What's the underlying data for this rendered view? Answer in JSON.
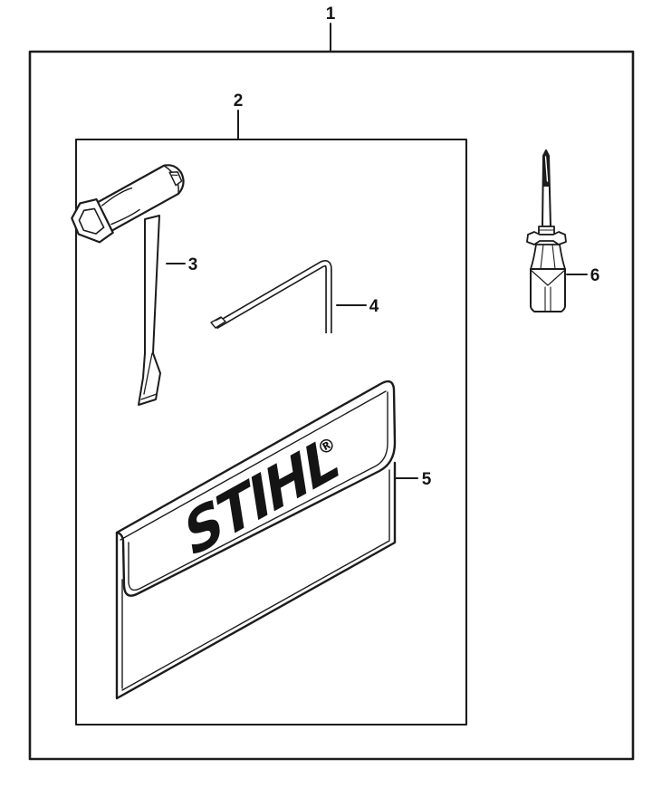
{
  "diagram": {
    "background": "#ffffff",
    "line_color": "#1c1c1c",
    "brand_label": "STIHL",
    "registered_symbol": "®",
    "callouts": [
      {
        "id": "callout-1",
        "label": "1",
        "icon": "kit-boundary-outer"
      },
      {
        "id": "callout-2",
        "label": "2",
        "icon": "kit-boundary-inner"
      },
      {
        "id": "callout-3",
        "label": "3",
        "icon": "spark-plug-socket-wrench"
      },
      {
        "id": "callout-4",
        "label": "4",
        "icon": "l-shaped-key"
      },
      {
        "id": "callout-5",
        "label": "5",
        "icon": "stihl-tool-pouch"
      },
      {
        "id": "callout-6",
        "label": "6",
        "icon": "screwdriver"
      }
    ]
  }
}
